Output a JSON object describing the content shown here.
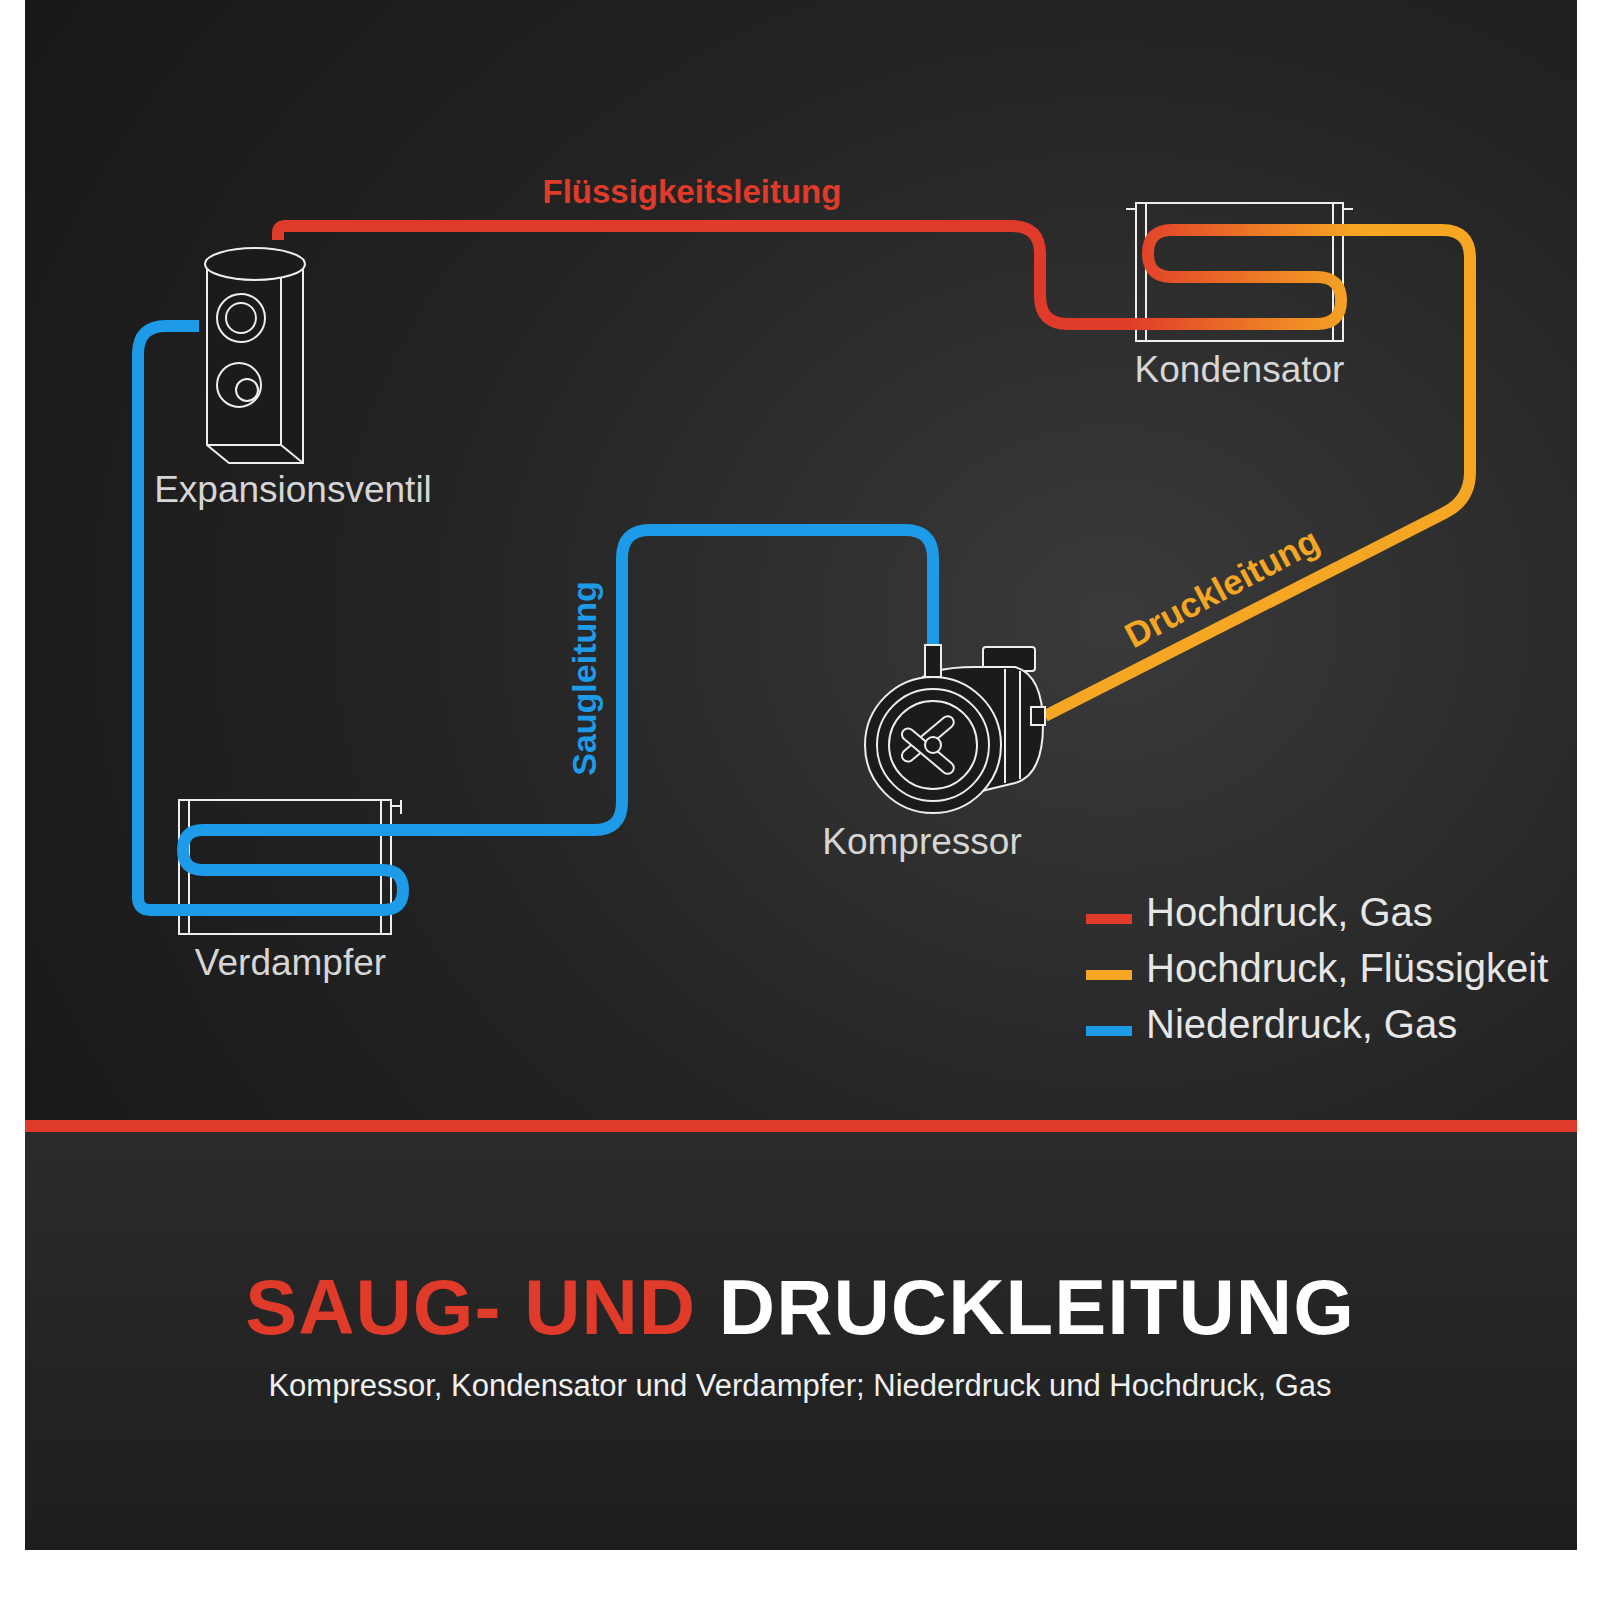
{
  "diagram": {
    "title": "SAUG- UND DRUCKLEITUNG",
    "caption": "Kompressor, Kondensator und Verdampfer; Niederdruck und Hochdruck, Gas",
    "nodes": [
      {
        "text": [
          "Expansionsventil"
        ]
      },
      {
        "text": [
          "Kondensator"
        ]
      },
      {
        "text": [
          "Kompressor"
        ]
      },
      {
        "text": [
          "Verdampfer"
        ]
      }
    ],
    "edges": [
      {
        "from": 1,
        "to": 0,
        "label": "Flüssigkeitsleitung",
        "arrow": "none"
      },
      {
        "from": 2,
        "to": 1,
        "label": "Druckleitung",
        "arrow": "none"
      },
      {
        "from": 3,
        "to": 2,
        "label": "Saugleitung",
        "arrow": "none"
      },
      {
        "from": 0,
        "to": 3,
        "arrow": "none"
      }
    ],
    "legend": [
      {
        "text": "Hochdruck, Gas",
        "color": "#e03a2a"
      },
      {
        "text": "Hochdruck, Flüssigkeit",
        "color": "#f5a623"
      },
      {
        "text": "Niederdruck, Gas",
        "color": "#1e9be8"
      }
    ]
  }
}
